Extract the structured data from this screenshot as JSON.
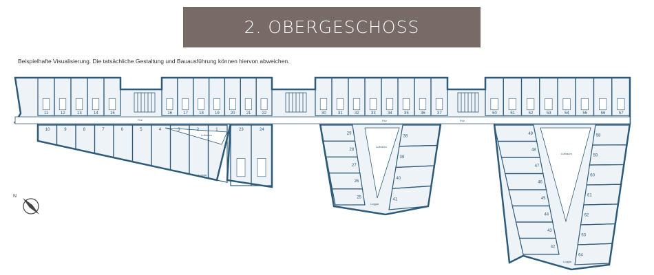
{
  "title": "2. OBERGESCHOSS",
  "caption": "Beispielhafte Visualisierung. Die tatsächliche Gestaltung und Bauausführung können hiervon abweichen.",
  "colors": {
    "title_bg": "#786a66",
    "plan_line": "#2e5a7a",
    "plan_fill": "#eef3f7"
  },
  "labels": {
    "corridor": "Flur",
    "atrium": "Luftraum",
    "loggia": "Loggia",
    "compass": "N"
  },
  "units": {
    "west_top_a": [
      "11",
      "12",
      "13",
      "14",
      "15"
    ],
    "west_top_b": [
      "16",
      "17",
      "18",
      "19",
      "20",
      "21",
      "22"
    ],
    "west_lower": [
      "10",
      "9",
      "8",
      "7",
      "6",
      "5",
      "4",
      "3",
      "2",
      "1"
    ],
    "west_side": [
      "23",
      "24"
    ],
    "mid_top": [
      "30",
      "31",
      "32",
      "33",
      "34",
      "35",
      "36",
      "37"
    ],
    "mid_left": [
      "29",
      "28",
      "27",
      "26",
      "25"
    ],
    "mid_right": [
      "38",
      "39",
      "40",
      "41"
    ],
    "east_top": [
      "50",
      "51",
      "52",
      "53",
      "54",
      "55",
      "56",
      "57"
    ],
    "east_left": [
      "49",
      "48",
      "47",
      "46",
      "45",
      "44",
      "43",
      "42"
    ],
    "east_right": [
      "58",
      "59",
      "60",
      "61",
      "62",
      "63",
      "64"
    ]
  }
}
